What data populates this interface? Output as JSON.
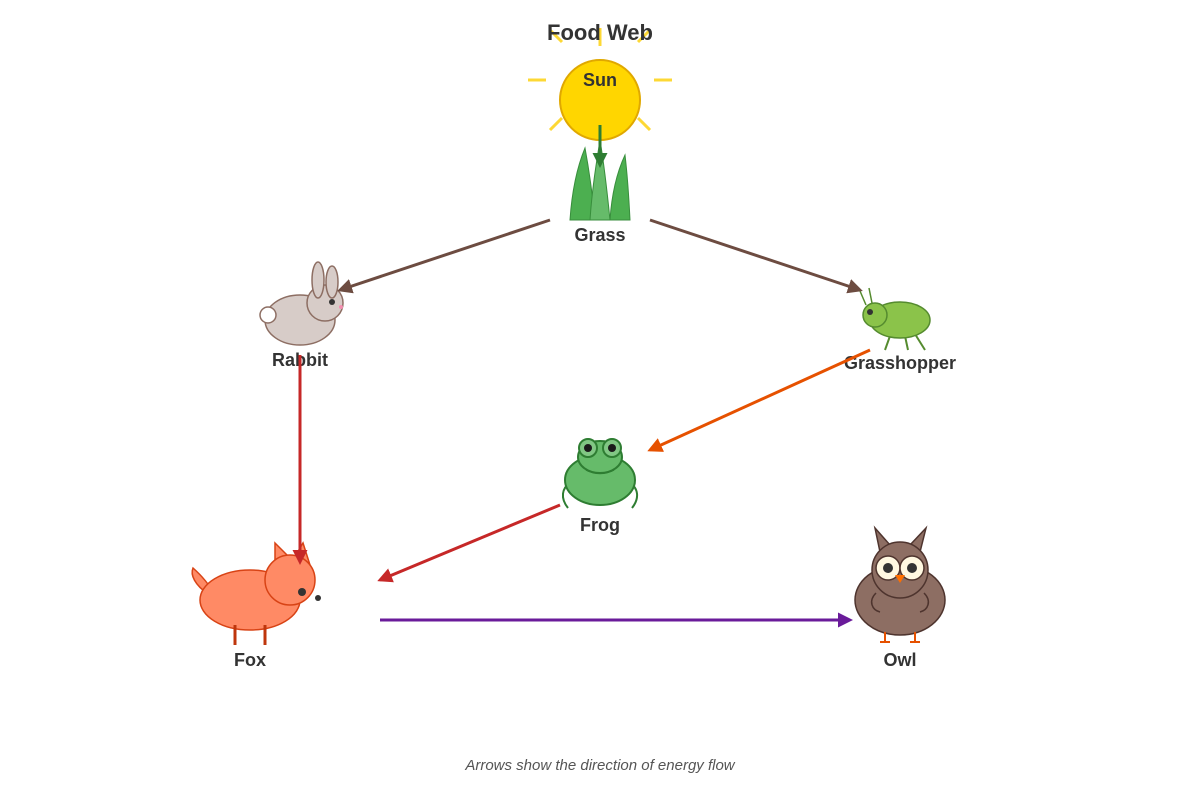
{
  "title": "Food Web",
  "nodes": {
    "sun": {
      "label": "Sun",
      "icon": "sun-icon"
    },
    "grass": {
      "label": "Grass",
      "icon": "grass-icon"
    },
    "rabbit": {
      "label": "Rabbit",
      "icon": "rabbit-icon"
    },
    "grasshopper": {
      "label": "Grasshopper",
      "icon": "grasshopper-icon"
    },
    "frog": {
      "label": "Frog",
      "icon": "frog-icon"
    },
    "fox": {
      "label": "Fox",
      "icon": "fox-icon"
    },
    "owl": {
      "label": "Owl",
      "icon": "owl-icon"
    }
  },
  "edges": [
    {
      "from": "sun",
      "to": "grass",
      "color": "#2e7d32"
    },
    {
      "from": "grass",
      "to": "rabbit",
      "color": "#6d4c41"
    },
    {
      "from": "grass",
      "to": "grasshopper",
      "color": "#6d4c41"
    },
    {
      "from": "grasshopper",
      "to": "frog",
      "color": "#e65100"
    },
    {
      "from": "rabbit",
      "to": "fox",
      "color": "#c62828"
    },
    {
      "from": "frog",
      "to": "fox",
      "color": "#c62828"
    },
    {
      "from": "fox",
      "to": "owl",
      "color": "#6a1b9a"
    }
  ],
  "caption": "Arrows show the direction of energy flow"
}
